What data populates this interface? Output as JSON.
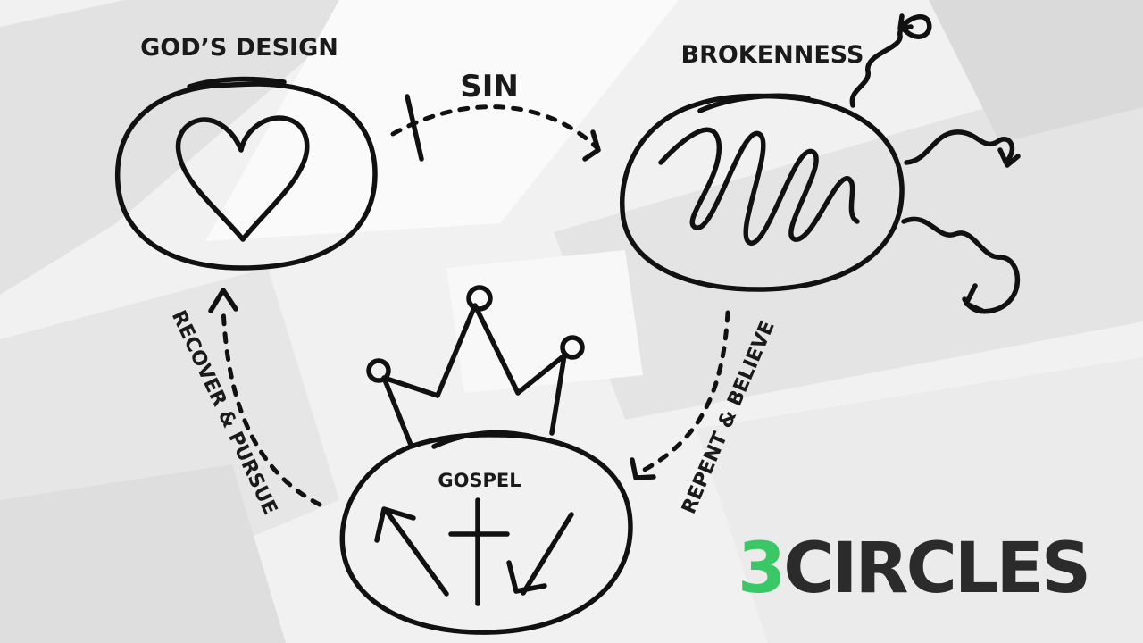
{
  "nodes": {
    "design": {
      "label": "GOD’S DESIGN"
    },
    "brokenness": {
      "label": "BROKENNESS"
    },
    "gospel": {
      "label": "GOSPEL"
    }
  },
  "edges": {
    "sin": {
      "label": "SIN"
    },
    "repent": {
      "label": "REPENT & BELIEVE"
    },
    "recover": {
      "label": "RECOVER & PURSUE"
    }
  },
  "brand": {
    "number": "3",
    "word": "CIRCLES",
    "number_color": "#3ac867",
    "word_color": "#2b2b2b"
  },
  "icons": [
    "heart-icon",
    "squiggle-icon",
    "crown-icon",
    "cross-icon",
    "arrow-up-left-icon",
    "arrow-down-right-icon",
    "wavy-arrow-icon"
  ]
}
